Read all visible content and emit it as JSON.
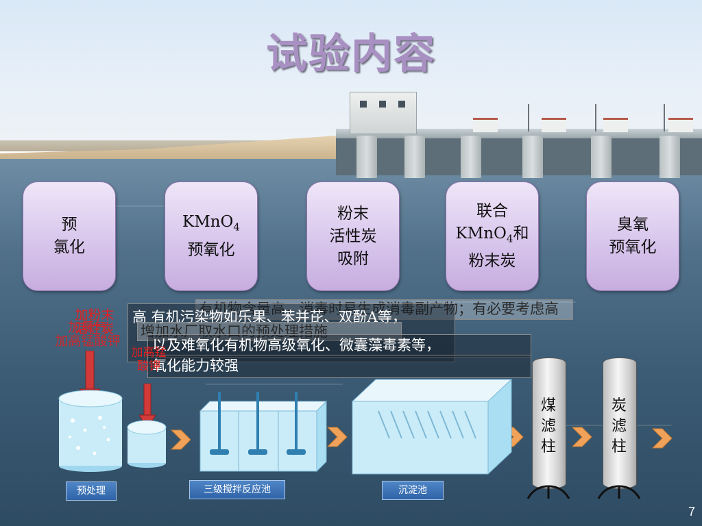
{
  "slide": {
    "title": "试验内容",
    "page_number": "7"
  },
  "methods": [
    {
      "label": "预\n氯化"
    },
    {
      "label": "KMnO4\n预氧化"
    },
    {
      "label": "粉末\n活性炭\n吸附"
    },
    {
      "label": "联合\nKMnO4和\n粉末炭"
    },
    {
      "label": "臭氧\n预氧化"
    }
  ],
  "callouts": [
    {
      "text": "有机物含量高，消毒时易生成消毒副产物；有必要考虑高"
    },
    {
      "text": "高 有机污染物如乐果、苯并芘、双酚A等，"
    },
    {
      "text": "增加水厂取水口的预处理措施"
    },
    {
      "text": "以及难氧化有机物高级氧化、微囊藻毒素等，"
    },
    {
      "text": "氧化能力较强"
    }
  ],
  "chemicals": [
    {
      "text": "加粉末\n活性炭"
    },
    {
      "text": "加氯气\n加高锰酸钾"
    },
    {
      "text": "加高锰\n酸钾"
    }
  ],
  "stages": {
    "pretreatment": "预处理",
    "mixing": "三级搅拌反应池",
    "sedimentation": "沉淀池",
    "coal_filter": "煤\n滤\n柱",
    "carbon_filter": "炭\n滤\n柱"
  },
  "colors": {
    "title": "#a890c2",
    "method_box": "#d8c6ec",
    "chem_label": "#e02020",
    "stage_label": "#2f64a8",
    "chevron": "#f0a25a"
  }
}
